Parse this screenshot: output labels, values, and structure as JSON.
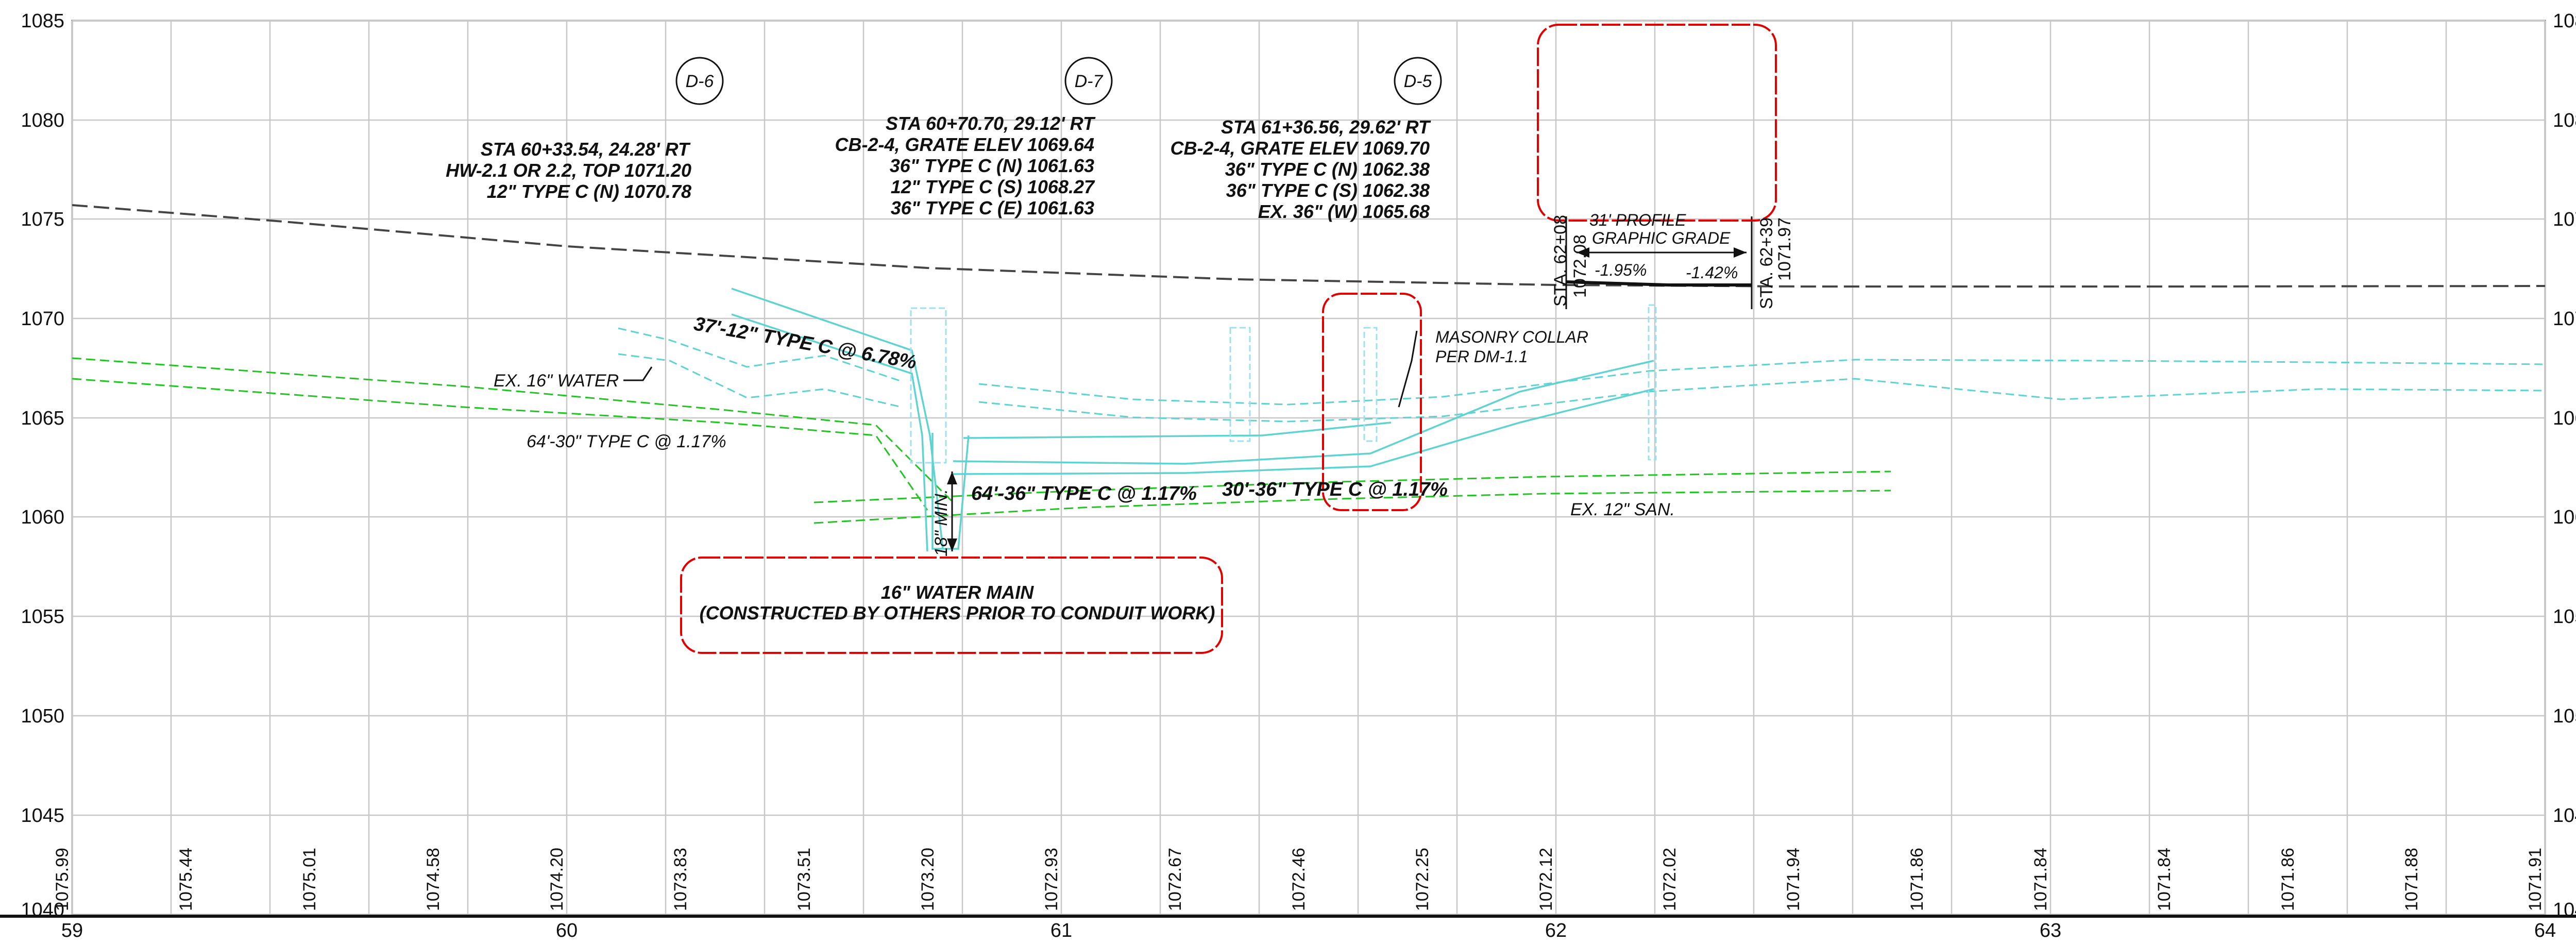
{
  "profile": {
    "elevations": [
      "1085",
      "1080",
      "1075",
      "1070",
      "1065",
      "1060",
      "1055",
      "1050",
      "1045",
      "1040"
    ],
    "stations": [
      "59",
      "60",
      "61",
      "62",
      "63",
      "64"
    ],
    "existing_ground": [
      "1075.99",
      "1075.44",
      "1075.01",
      "1074.58",
      "1074.20",
      "1073.83",
      "1073.51",
      "1073.20",
      "1072.93",
      "1072.67",
      "1072.46",
      "1072.25",
      "1072.12",
      "1072.02",
      "1071.94",
      "1071.86",
      "1071.84",
      "1071.84",
      "1071.86",
      "1071.88",
      "1071.91"
    ]
  },
  "structures": [
    {
      "tag": "D-6",
      "lines": [
        "STA 60+33.54, 24.28' RT",
        "HW-2.1 OR 2.2, TOP 1071.20",
        "12\" TYPE C (N) 1070.78"
      ]
    },
    {
      "tag": "D-7",
      "lines": [
        "STA 60+70.70, 29.12' RT",
        "CB-2-4, GRATE ELEV 1069.64",
        "36\" TYPE C (N) 1061.63",
        "12\" TYPE C (S) 1068.27",
        "36\" TYPE C (E) 1061.63"
      ]
    },
    {
      "tag": "D-5",
      "lines": [
        "STA 61+36.56, 29.62' RT",
        "CB-2-4, GRATE ELEV 1069.70",
        "36\" TYPE C (N) 1062.38",
        "36\" TYPE C (S) 1062.38",
        "EX. 36\" (W) 1065.68"
      ]
    }
  ],
  "pipes": {
    "p1": "37'-12\" TYPE C @ 6.78%",
    "p2": "64'-30\" TYPE C @ 1.17%",
    "p3": "64'-36\" TYPE C @ 1.17%",
    "p4": "30'-36\" TYPE C @ 1.17%"
  },
  "annotations": {
    "ex_water": "EX. 16\" WATER",
    "ex_san": "EX. 12\" SAN.",
    "min_clear": "18\" MIN.",
    "collar_1": "MASONRY COLLAR",
    "collar_2": "PER DM-1.1",
    "water_main_1": "16\" WATER MAIN",
    "water_main_2": "(CONSTRUCTED BY OTHERS PRIOR TO CONDUIT WORK)",
    "profile_1": "31' PROFILE",
    "profile_2": "GRAPHIC GRADE",
    "grade_left": "-1.95%",
    "grade_right": "-1.42%",
    "sta_left": "STA. 62+08",
    "elev_left": "1072.08",
    "sta_right": "STA. 62+39",
    "elev_right": "1071.97"
  },
  "colors": {
    "grid": "#c8c8c8",
    "storm": "#5fd2d2",
    "existing_utility": "#22c322",
    "revision_cloud": "#e00000",
    "ground_line": "#444444"
  }
}
